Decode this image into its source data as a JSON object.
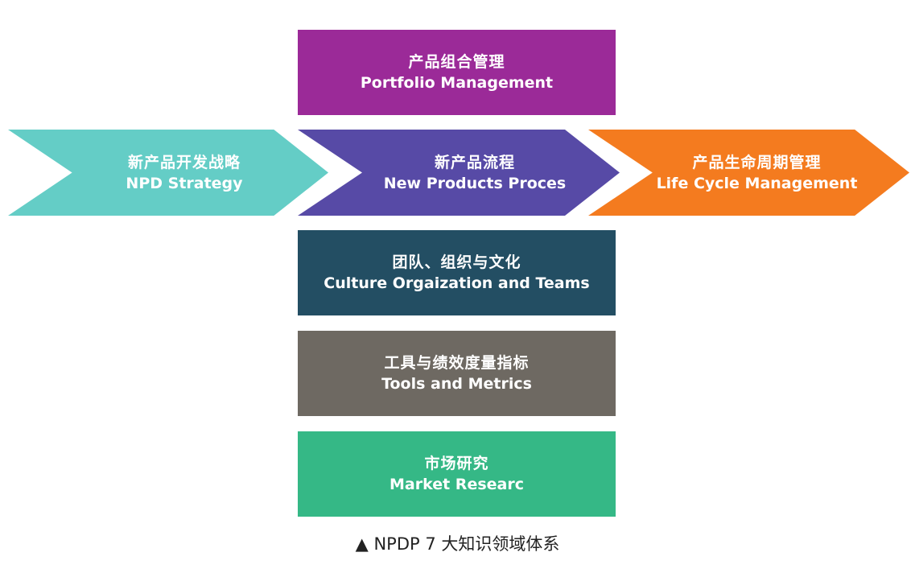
{
  "colors": {
    "portfolio": "#9b2a98",
    "npd_strategy": "#64cdc6",
    "process": "#574aa6",
    "lifecycle": "#f47b1f",
    "culture": "#234e63",
    "tools": "#6e6962",
    "market": "#35b886"
  },
  "nodes": {
    "portfolio": {
      "zh": "产品组合管理",
      "en": "Portfolio Management"
    },
    "npd_strategy": {
      "zh": "新产品开发战略",
      "en": "NPD Strategy"
    },
    "process": {
      "zh": "新产品流程",
      "en": "New Products Proces"
    },
    "lifecycle": {
      "zh": "产品生命周期管理",
      "en": "Life Cycle Management"
    },
    "culture": {
      "zh": "团队、组织与文化",
      "en": "Culture Orgaization and Teams"
    },
    "tools": {
      "zh": "工具与绩效度量指标",
      "en": "Tools and Metrics"
    },
    "market": {
      "zh": "市场研究",
      "en": "Market Researc"
    }
  },
  "caption": "▲ NPDP 7 大知识领域体系"
}
